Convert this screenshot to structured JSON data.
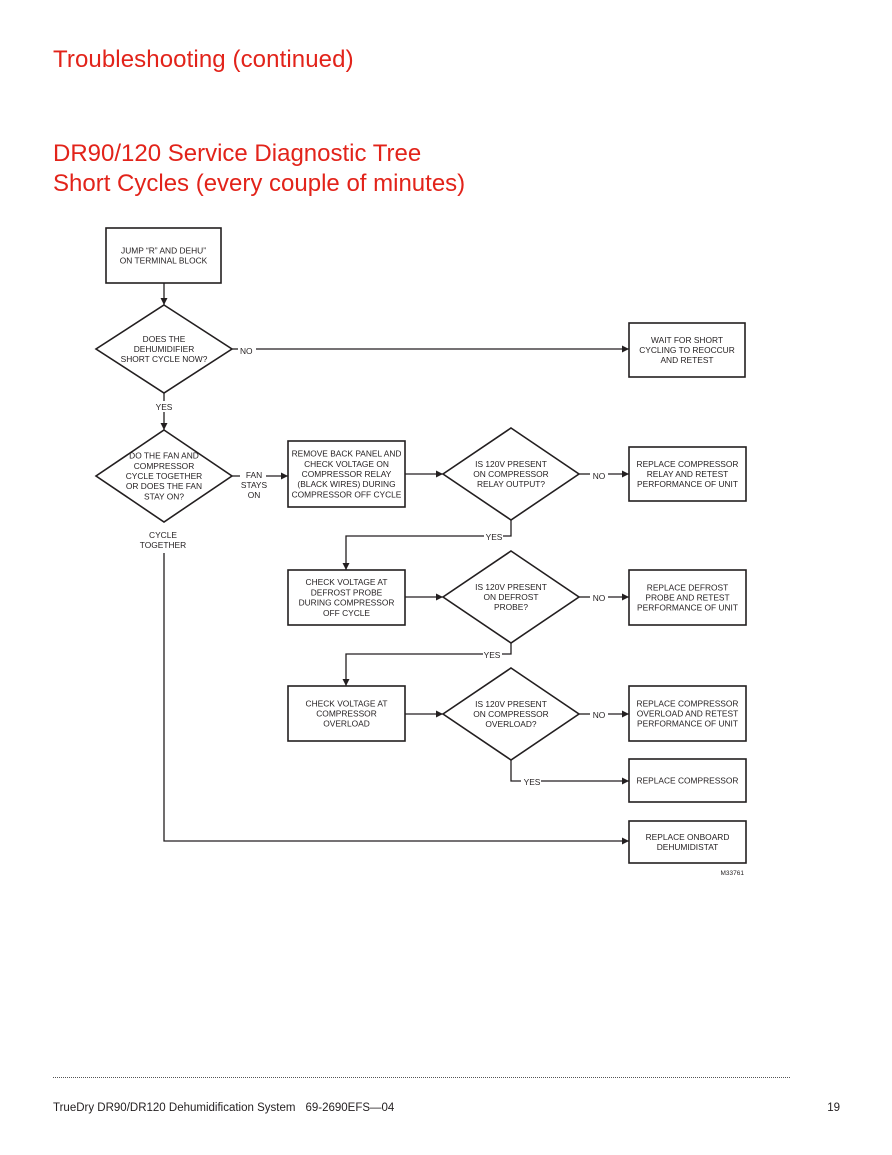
{
  "header": {
    "section_title": "Troubleshooting (continued)",
    "diagram_title_line1": "DR90/120 Service Diagnostic Tree",
    "diagram_title_line2": "Short Cycles (every couple of minutes)"
  },
  "colors": {
    "accent": "#e2231a",
    "ink": "#231f20"
  },
  "flowchart": {
    "nodes": {
      "jump": [
        "JUMP “R” AND DEHU”",
        "ON TERMINAL BLOCK"
      ],
      "short_cycle_q": [
        "DOES THE",
        "DEHUMIDIFIER",
        "SHORT CYCLE NOW?"
      ],
      "wait": [
        "WAIT FOR SHORT",
        "CYCLING TO REOCCUR",
        "AND RETEST"
      ],
      "fan_q": [
        "DO THE FAN AND",
        "COMPRESSOR",
        "CYCLE TOGETHER",
        "OR DOES THE FAN",
        "STAY ON?"
      ],
      "remove_panel": [
        "REMOVE BACK PANEL AND",
        "CHECK VOLTAGE ON",
        "COMPRESSOR RELAY",
        "(BLACK WIRES) DURING",
        "COMPRESSOR OFF CYCLE"
      ],
      "relay_q": [
        "IS 120V PRESENT",
        "ON COMPRESSOR",
        "RELAY OUTPUT?"
      ],
      "replace_relay": [
        "REPLACE COMPRESSOR",
        "RELAY AND RETEST",
        "PERFORMANCE OF UNIT"
      ],
      "check_probe": [
        "CHECK VOLTAGE AT",
        "DEFROST PROBE",
        "DURING COMPRESSOR",
        "OFF CYCLE"
      ],
      "probe_q": [
        "IS 120V PRESENT",
        "ON DEFROST",
        "PROBE?"
      ],
      "replace_probe": [
        "REPLACE DEFROST",
        "PROBE AND RETEST",
        "PERFORMANCE OF UNIT"
      ],
      "check_overload": [
        "CHECK VOLTAGE AT",
        "COMPRESSOR",
        "OVERLOAD"
      ],
      "overload_q": [
        "IS 120V PRESENT",
        "ON COMPRESSOR",
        "OVERLOAD?"
      ],
      "replace_overload": [
        "REPLACE COMPRESSOR",
        "OVERLOAD AND RETEST",
        "PERFORMANCE OF UNIT"
      ],
      "replace_compressor": [
        "REPLACE COMPRESSOR"
      ],
      "replace_dehumidistat": [
        "REPLACE ONBOARD",
        "DEHUMIDISTAT"
      ]
    },
    "edge_labels": {
      "no_1": [
        "NO"
      ],
      "yes_1": [
        "YES"
      ],
      "fan_stays_on": [
        "FAN",
        "STAYS",
        "ON"
      ],
      "cycle_together": [
        "CYCLE",
        "TOGETHER"
      ],
      "no_2": [
        "NO"
      ],
      "yes_2": [
        "YES"
      ],
      "no_3": [
        "NO"
      ],
      "yes_3": [
        "YES"
      ],
      "no_4": [
        "NO"
      ],
      "yes_4": [
        "YES"
      ]
    },
    "figure_id": "M33761"
  },
  "footer": {
    "doc_title": "TrueDry DR90/DR120 Dehumidification System",
    "doc_number": "69-2690EFS—04",
    "page_number": "19"
  }
}
